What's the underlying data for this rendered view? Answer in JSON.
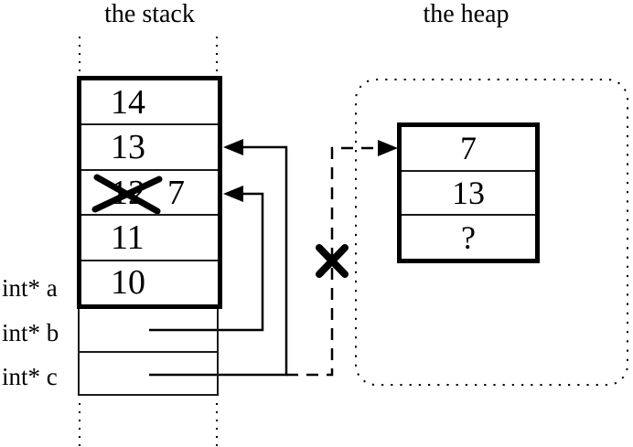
{
  "titles": {
    "stack": "the stack",
    "heap": "the heap"
  },
  "pointer_labels": {
    "a": "int* a",
    "b": "int* b",
    "c": "int* c"
  },
  "stack": {
    "cells": [
      {
        "value": "14"
      },
      {
        "value": "13"
      },
      {
        "value": "12",
        "crossed_out": true,
        "new_value": "7"
      },
      {
        "value": "11"
      },
      {
        "value": "10"
      }
    ]
  },
  "heap": {
    "cells": [
      {
        "value": "7"
      },
      {
        "value": "13"
      },
      {
        "value": "?"
      }
    ]
  },
  "colors": {
    "ink": "#000000",
    "background": "#ffffff"
  }
}
